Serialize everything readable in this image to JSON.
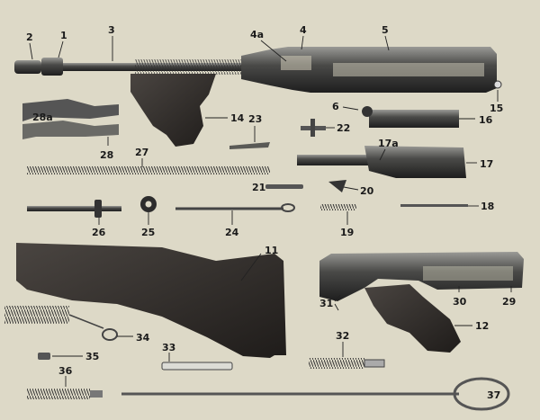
{
  "colors": {
    "paper": "#ddd9c7",
    "metal": "#3d3d3d",
    "metal_light": "#8a8a86",
    "wood": "#2f2b28"
  },
  "labels": {
    "l1": "1",
    "l2": "2",
    "l3": "3",
    "l4": "4",
    "l4a": "4a",
    "l5": "5",
    "l6": "6",
    "l11": "11",
    "l12": "12",
    "l14": "14",
    "l15": "15",
    "l16": "16",
    "l17": "17",
    "l17a": "17a",
    "l18": "18",
    "l19": "19",
    "l20": "20",
    "l21": "21",
    "l22": "22",
    "l23": "23",
    "l24": "24",
    "l25": "25",
    "l26": "26",
    "l27": "27",
    "l28": "28",
    "l28a": "28a",
    "l29": "29",
    "l30": "30",
    "l31": "31",
    "l32": "32",
    "l33": "33",
    "l34": "34",
    "l35": "35",
    "l36": "36",
    "l37": "37"
  }
}
